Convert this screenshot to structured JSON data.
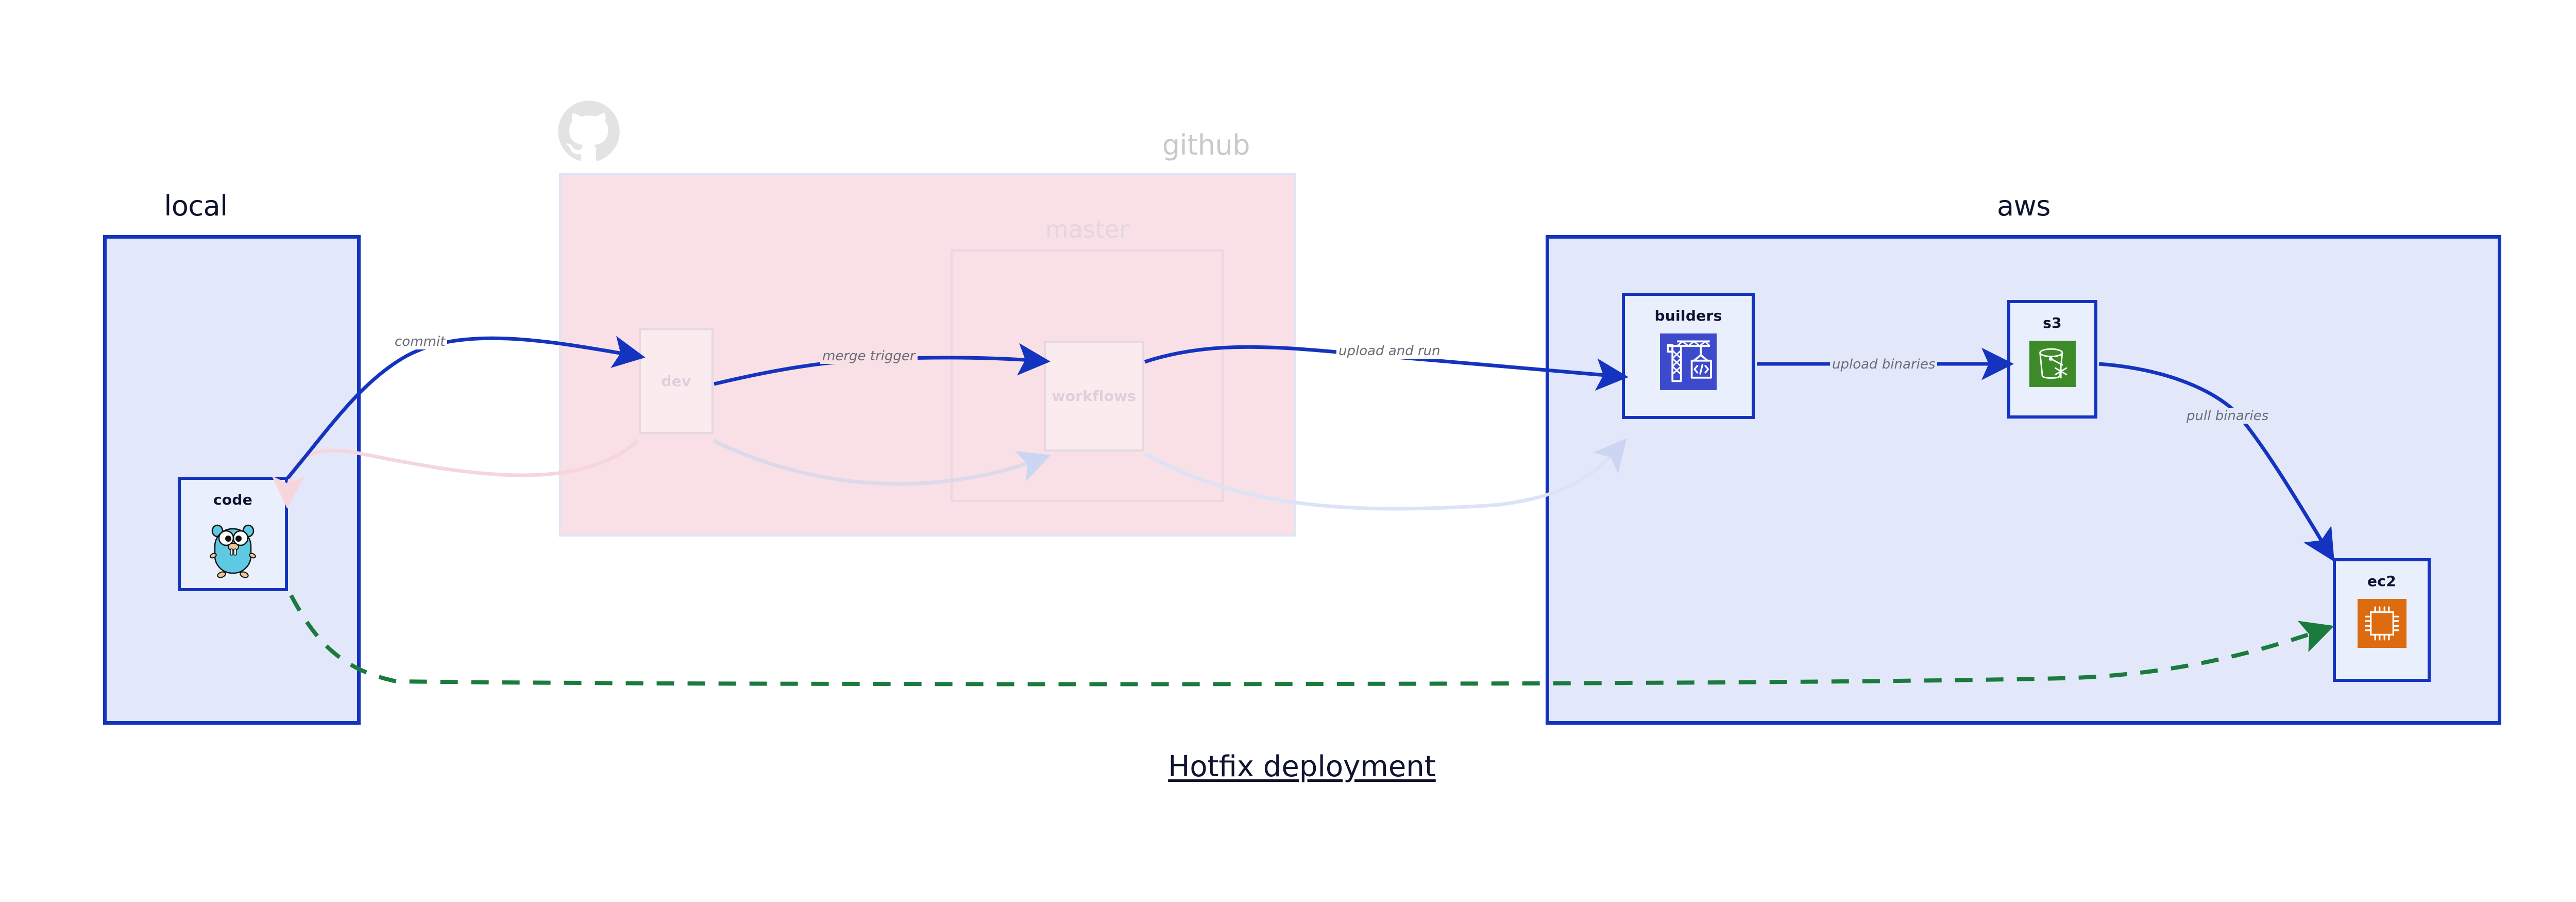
{
  "diagram": {
    "caption": "Hotfix deployment",
    "groups": [
      {
        "id": "local",
        "label": "local"
      },
      {
        "id": "github",
        "label": "github"
      },
      {
        "id": "master",
        "label": "master"
      },
      {
        "id": "aws",
        "label": "aws"
      }
    ],
    "nodes": [
      {
        "id": "code",
        "label": "code",
        "icon": "go-gopher-icon",
        "group": "local"
      },
      {
        "id": "dev",
        "label": "dev",
        "icon": "none",
        "group": "github"
      },
      {
        "id": "workflows",
        "label": "workflows",
        "icon": "none",
        "group": "master"
      },
      {
        "id": "builders",
        "label": "builders",
        "icon": "crane-code-icon",
        "group": "aws"
      },
      {
        "id": "s3",
        "label": "s3",
        "icon": "s3-bucket-icon",
        "group": "aws"
      },
      {
        "id": "ec2",
        "label": "ec2",
        "icon": "cpu-chip-icon",
        "group": "aws"
      }
    ],
    "edges": [
      {
        "id": "commit",
        "label": "commit",
        "from": "code",
        "to": "dev",
        "style": "solid"
      },
      {
        "id": "merge-trigger",
        "label": "merge trigger",
        "from": "dev",
        "to": "workflows",
        "style": "solid"
      },
      {
        "id": "upload-and-run",
        "label": "upload and run",
        "from": "workflows",
        "to": "builders",
        "style": "solid"
      },
      {
        "id": "upload-binaries",
        "label": "upload binaries",
        "from": "builders",
        "to": "s3",
        "style": "solid"
      },
      {
        "id": "pull-binaries",
        "label": "pull binaries",
        "from": "s3",
        "to": "ec2",
        "style": "solid"
      },
      {
        "id": "hotfix-path",
        "label": "",
        "from": "code",
        "to": "ec2",
        "style": "dashed"
      }
    ],
    "icons": {
      "github_logo": "github-octocat-icon"
    },
    "colors": {
      "group_border_blue": "#1434BF",
      "group_fill_blue": "#E2E8F9",
      "group_fill_pink": "#F8E0E6",
      "arrow_blue": "#1434BF",
      "arrow_green_dashed": "#1B7A3E",
      "label_gray": "#6B6B78",
      "text_dark": "#0D1330",
      "builders_icon_bg": "#3C4ACB",
      "s3_icon_bg": "#3D8B28",
      "ec2_icon_bg": "#DD6B10",
      "gopher_body": "#5DC9E2"
    }
  }
}
